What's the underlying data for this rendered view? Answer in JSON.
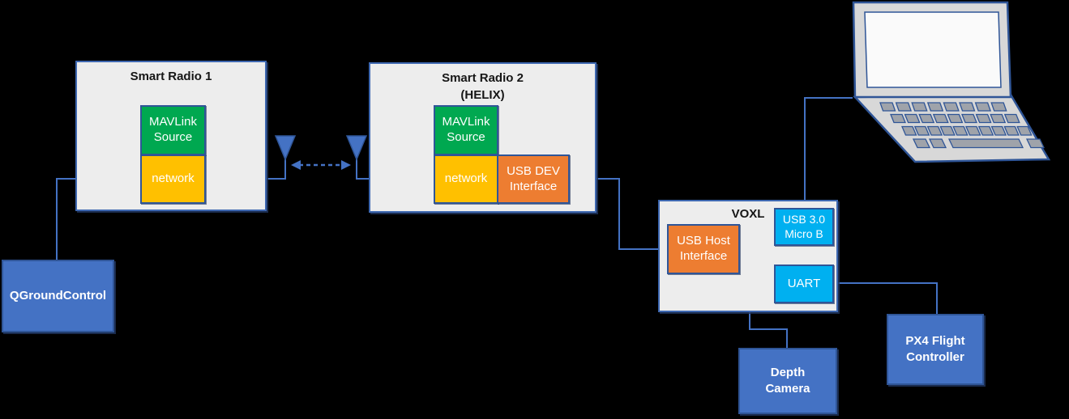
{
  "nodes": {
    "smart_radio_1": {
      "title": "Smart Radio 1",
      "mavlink_label": "MAVLink Source",
      "network_label": "network"
    },
    "smart_radio_2": {
      "title": "Smart Radio 2",
      "subtitle": "(HELIX)",
      "mavlink_label": "MAVLink Source",
      "network_label": "network",
      "usb_dev_label": "USB DEV Interface"
    },
    "voxl": {
      "title": "VOXL",
      "usb_host_label": "USB Host Interface",
      "usb3_label": "USB 3.0 Micro B",
      "uart_label": "UART"
    },
    "qgroundcontrol_label": "QGroundControl",
    "depth_camera_label": "Depth Camera",
    "px4_label": "PX4 Flight Controller"
  },
  "icons": {
    "antenna_left": "antenna-icon",
    "antenna_right": "antenna-icon",
    "laptop": "laptop-icon",
    "wireless_link": "dashed-double-arrow-icon"
  },
  "connections": [
    "QGroundControl - Smart Radio 1 (network)",
    "Smart Radio 1 antenna <-wireless-> Smart Radio 2 antenna",
    "Smart Radio 2 USB DEV Interface - VOXL USB Host Interface",
    "VOXL USB 3.0 Micro B - Laptop",
    "VOXL UART - PX4 Flight Controller",
    "VOXL - Depth Camera"
  ],
  "colors": {
    "background": "#000000",
    "connector": "#4472C4",
    "panel_fill": "#EDEDED",
    "panel_border": "#3E68B1",
    "node_border": "#2F5597",
    "green": "#00A850",
    "yellow": "#FFC000",
    "orange": "#ED7D31",
    "cyan": "#00B0F0",
    "blue_node": "#4472C4",
    "laptop_body": "#D8D8D8",
    "laptop_screen": "#FAFAFA",
    "laptop_key": "#9FA3AA"
  }
}
